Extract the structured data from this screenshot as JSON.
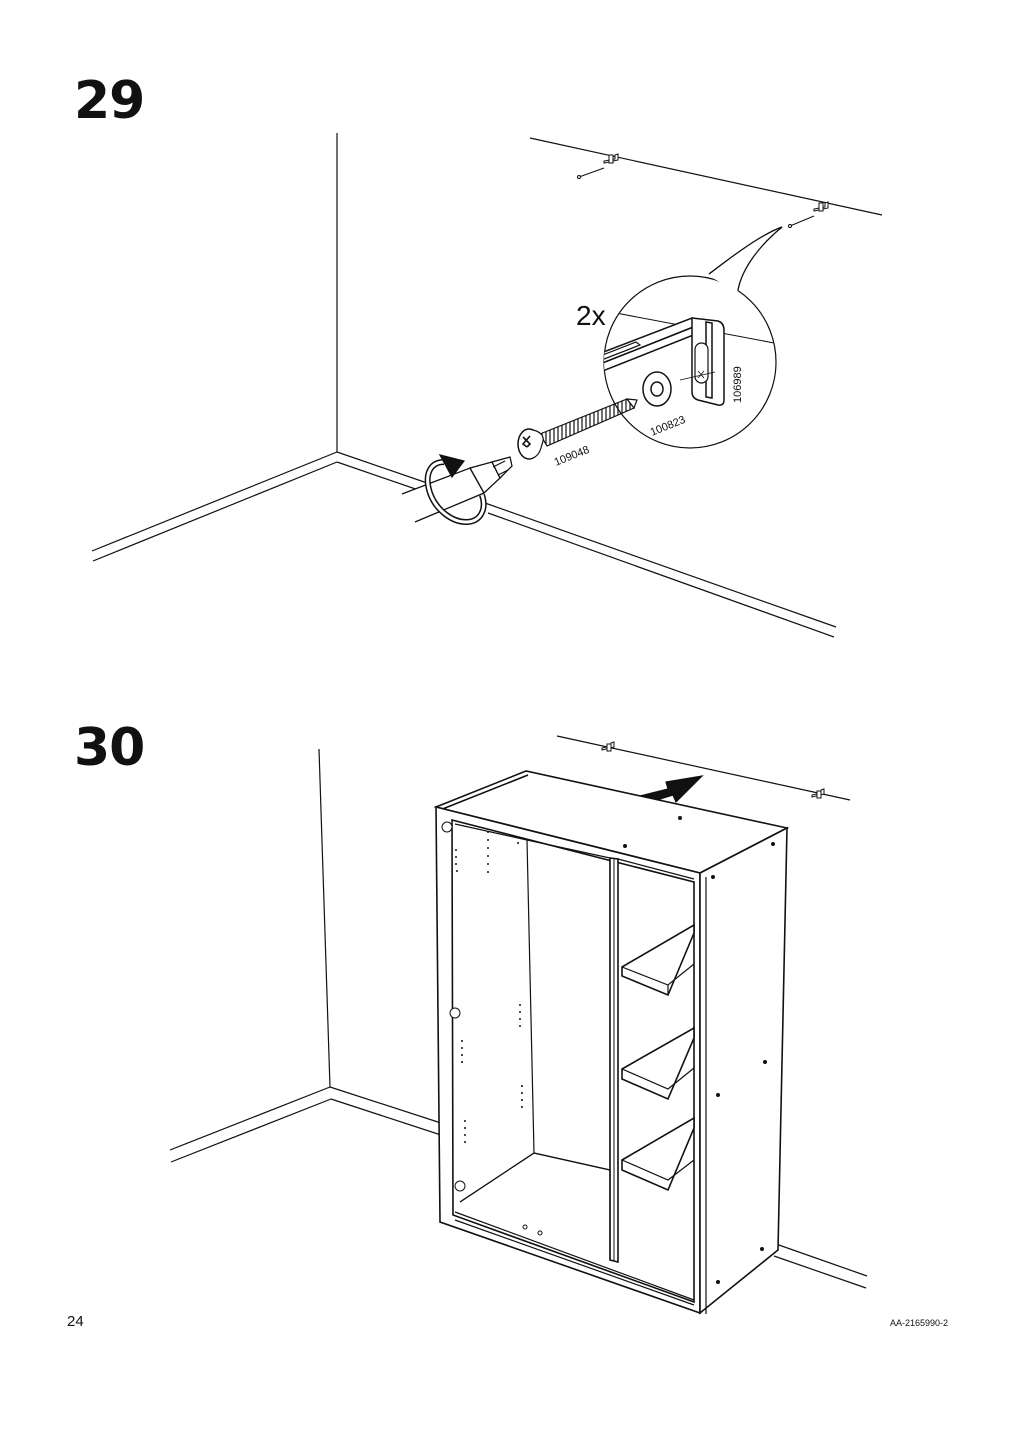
{
  "steps": [
    {
      "number": "29",
      "quantity": "2x",
      "part_numbers": {
        "screw": "109048",
        "washer": "100823",
        "bracket": "106989"
      }
    },
    {
      "number": "30"
    }
  ],
  "footer": {
    "page_number": "24",
    "doc_code": "AA-2165990-2"
  },
  "colors": {
    "ink": "#111111",
    "background": "#ffffff"
  },
  "icons": {
    "rotate_arrow": "clockwise-arrow-icon",
    "push_arrow": "push-arrow-icon"
  }
}
